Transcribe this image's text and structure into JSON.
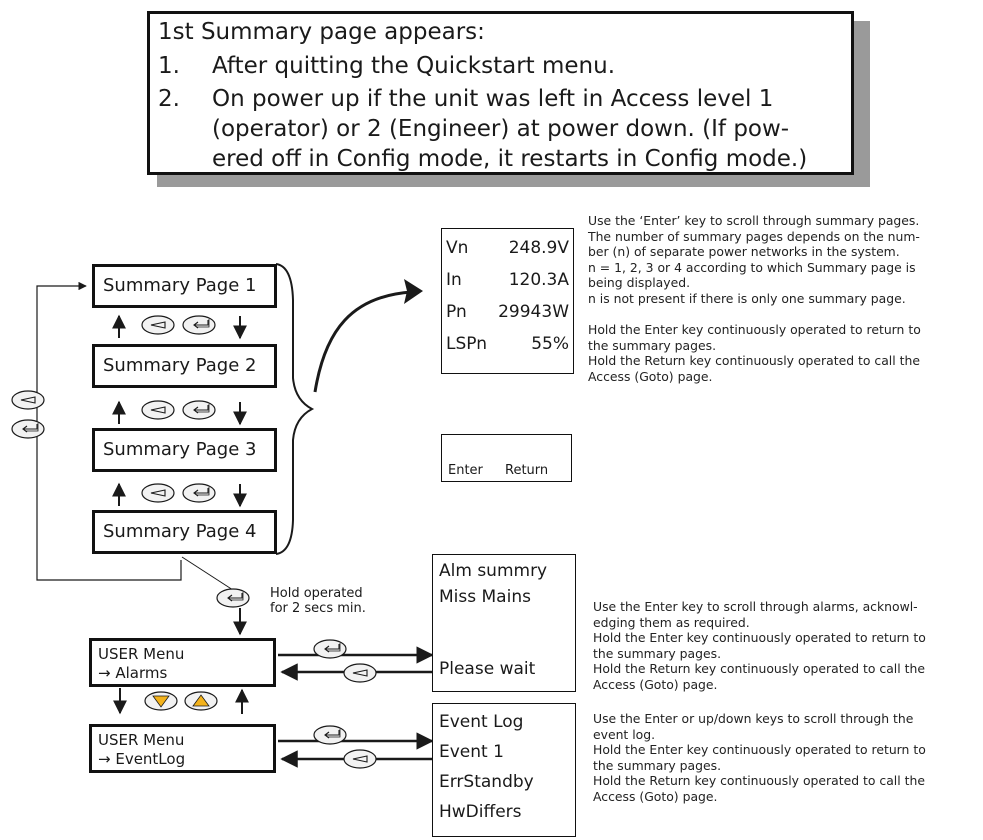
{
  "callout": {
    "title": "1st Summary page appears:",
    "items": [
      {
        "num": "1.",
        "lines": [
          "After quitting the Quickstart menu."
        ]
      },
      {
        "num": "2.",
        "lines": [
          "On power up if the unit was left in Access level 1",
          "(operator) or 2 (Engineer) at power down. (If pow-",
          "ered off in Config mode, it restarts in Config mode.)"
        ]
      }
    ]
  },
  "pages": [
    "Summary Page 1",
    "Summary Page 2",
    "Summary Page 3",
    "Summary Page 4"
  ],
  "summary_display": {
    "rows": [
      {
        "label": "Vn",
        "value": "248.9V"
      },
      {
        "label": "In",
        "value": "120.3A"
      },
      {
        "label": "Pn",
        "value": "29943W"
      },
      {
        "label": "LSPn",
        "value": "55%"
      }
    ]
  },
  "keys": {
    "enter": "Enter",
    "return": "Return"
  },
  "hold_note": [
    "Hold operated",
    "for 2 secs min."
  ],
  "user_alarms": {
    "line1": "USER Menu",
    "line2": "→ Alarms"
  },
  "user_eventlog": {
    "line1": "USER Menu",
    "line2": "→ EventLog"
  },
  "alarm_display": {
    "line1": "Alm summry",
    "line2": "Miss Mains",
    "line3": "Please wait"
  },
  "event_display": {
    "lines": [
      "Event Log",
      "Event 1",
      "ErrStandby",
      "HwDiffers"
    ]
  },
  "notes": {
    "summary": [
      "Use the ‘Enter’ key to scroll through summary pages.",
      "The number of summary pages depends on the num-",
      "ber (n) of separate power networks in the system.",
      "n = 1, 2, 3 or 4 according to which Summary page is",
      "being displayed.",
      "n is not present if there is only one summary page.",
      "",
      "Hold the Enter key continuously operated to return to",
      "the summary pages.",
      "Hold the Return key continuously operated to call the",
      "Access (Goto) page."
    ],
    "alarms": [
      "Use the Enter key to scroll through alarms, acknowl-",
      "edging them as required.",
      "Hold the Enter key continuously operated to return to",
      "the summary pages.",
      "Hold the Return key continuously operated to call the",
      "Access (Goto) page."
    ],
    "eventlog": [
      "Use the Enter or up/down keys to scroll through the",
      "event log.",
      "Hold the Enter key continuously operated to return to",
      "the summary pages.",
      "Hold the Return key continuously operated to call the",
      "Access (Goto) page."
    ]
  },
  "colors": {
    "line": "#1a1a1a",
    "key_fill": "#f2f2f2",
    "updown_fill": "#f3b21b"
  }
}
